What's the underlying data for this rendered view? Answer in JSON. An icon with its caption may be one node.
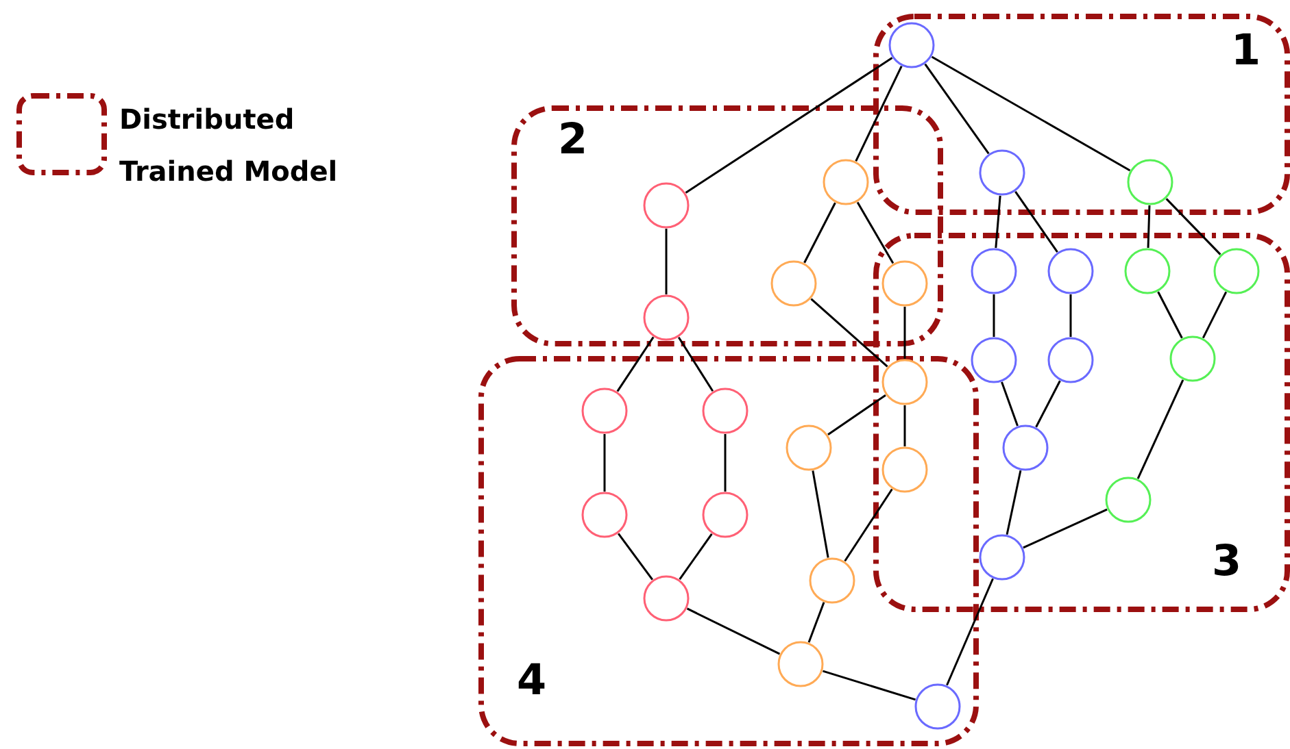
{
  "diagram": {
    "nodes": [
      {
        "text": [
          "1"
        ]
      },
      {
        "text": [
          "2"
        ]
      },
      {
        "text": [
          "3"
        ]
      },
      {
        "text": [
          "4"
        ]
      },
      {
        "text": [],
        "shape": "circle",
        "in": 0
      },
      {
        "text": [],
        "shape": "circle",
        "in": 1
      },
      {
        "text": [],
        "shape": "circle",
        "in": 1
      },
      {
        "text": [],
        "shape": "circle",
        "in": 0
      },
      {
        "text": [],
        "shape": "circle",
        "in": 0
      },
      {
        "text": [],
        "shape": "circle",
        "in": 1
      },
      {
        "text": [],
        "shape": "circle"
      },
      {
        "text": [],
        "shape": "circle",
        "in": 1
      },
      {
        "text": [],
        "shape": "circle",
        "in": 2
      },
      {
        "text": [],
        "shape": "circle",
        "in": 2
      },
      {
        "text": [],
        "shape": "circle",
        "in": 2
      },
      {
        "text": [],
        "shape": "circle",
        "in": 2
      },
      {
        "text": [],
        "shape": "circle",
        "in": 2
      },
      {
        "text": [],
        "shape": "circle",
        "in": 2
      },
      {
        "text": [],
        "shape": "circle",
        "in": 2
      },
      {
        "text": [],
        "shape": "circle",
        "in": 3
      },
      {
        "text": [],
        "shape": "circle",
        "in": 3
      },
      {
        "text": [],
        "shape": "circle"
      },
      {
        "text": [],
        "shape": "circle",
        "in": 3
      },
      {
        "text": [],
        "shape": "circle"
      },
      {
        "text": [],
        "shape": "circle",
        "in": 2
      },
      {
        "text": [],
        "shape": "circle",
        "in": 2
      },
      {
        "text": [],
        "shape": "circle",
        "in": 3
      },
      {
        "text": [],
        "shape": "circle",
        "in": 3
      },
      {
        "text": [],
        "shape": "circle",
        "in": 2
      },
      {
        "text": [],
        "shape": "circle",
        "in": 3
      },
      {
        "text": [],
        "shape": "circle",
        "in": 3
      },
      {
        "text": [],
        "shape": "circle",
        "in": 3
      },
      {
        "text": [],
        "shape": "circle",
        "in": 3
      }
    ],
    "edges": [
      {
        "from": 4,
        "to": 5,
        "arrow": "none"
      },
      {
        "from": 4,
        "to": 6,
        "arrow": "none"
      },
      {
        "from": 4,
        "to": 7,
        "arrow": "none"
      },
      {
        "from": 4,
        "to": 8,
        "arrow": "none"
      },
      {
        "from": 6,
        "to": 9,
        "arrow": "none"
      },
      {
        "from": 6,
        "to": 10,
        "arrow": "none"
      },
      {
        "from": 5,
        "to": 11,
        "arrow": "none"
      },
      {
        "from": 7,
        "to": 12,
        "arrow": "none"
      },
      {
        "from": 7,
        "to": 13,
        "arrow": "none"
      },
      {
        "from": 8,
        "to": 14,
        "arrow": "none"
      },
      {
        "from": 8,
        "to": 15,
        "arrow": "none"
      },
      {
        "from": 9,
        "to": 21,
        "arrow": "none"
      },
      {
        "from": 10,
        "to": 21,
        "arrow": "none"
      },
      {
        "from": 11,
        "to": 19,
        "arrow": "none"
      },
      {
        "from": 11,
        "to": 20,
        "arrow": "none"
      },
      {
        "from": 12,
        "to": 16,
        "arrow": "none"
      },
      {
        "from": 13,
        "to": 17,
        "arrow": "none"
      },
      {
        "from": 14,
        "to": 18,
        "arrow": "none"
      },
      {
        "from": 15,
        "to": 18,
        "arrow": "none"
      },
      {
        "from": 16,
        "to": 24,
        "arrow": "none"
      },
      {
        "from": 17,
        "to": 24,
        "arrow": "none"
      },
      {
        "from": 18,
        "to": 25,
        "arrow": "none"
      },
      {
        "from": 21,
        "to": 22,
        "arrow": "none"
      },
      {
        "from": 21,
        "to": 23,
        "arrow": "none"
      },
      {
        "from": 19,
        "to": 26,
        "arrow": "none"
      },
      {
        "from": 20,
        "to": 27,
        "arrow": "none"
      },
      {
        "from": 24,
        "to": 28,
        "arrow": "none"
      },
      {
        "from": 25,
        "to": 28,
        "arrow": "none"
      },
      {
        "from": 22,
        "to": 29,
        "arrow": "none"
      },
      {
        "from": 23,
        "to": 29,
        "arrow": "none"
      },
      {
        "from": 26,
        "to": 30,
        "arrow": "none"
      },
      {
        "from": 27,
        "to": 30,
        "arrow": "none"
      },
      {
        "from": 29,
        "to": 31,
        "arrow": "none"
      },
      {
        "from": 30,
        "to": 31,
        "arrow": "none"
      },
      {
        "from": 31,
        "to": 32,
        "arrow": "none"
      },
      {
        "from": 28,
        "to": 32,
        "arrow": "none"
      }
    ],
    "legend": [
      {
        "text": "Distributed Trained Model"
      }
    ]
  }
}
